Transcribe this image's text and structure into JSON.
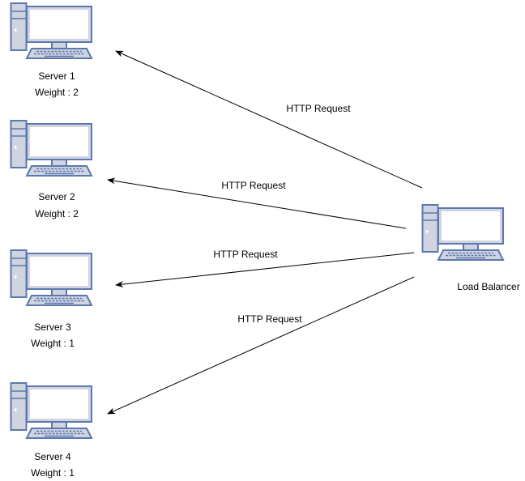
{
  "servers": [
    {
      "name": "Server 1",
      "weight": "Weight : 2"
    },
    {
      "name": "Server 2",
      "weight": "Weight : 2"
    },
    {
      "name": "Server 3",
      "weight": "Weight : 1"
    },
    {
      "name": "Server 4",
      "weight": "Weight : 1"
    }
  ],
  "load_balancer": {
    "name": "Load Balancer"
  },
  "edges": [
    {
      "label": "HTTP Request"
    },
    {
      "label": "HTTP Request"
    },
    {
      "label": "HTTP Request"
    },
    {
      "label": "HTTP Request"
    }
  ],
  "icons": {
    "server": "desktop-computer-icon",
    "load_balancer": "desktop-computer-icon"
  },
  "colors": {
    "icon_fill": "#D0D4E0",
    "icon_stroke": "#5C78B0",
    "screen": "#FFFFFF",
    "edge": "#000000"
  }
}
